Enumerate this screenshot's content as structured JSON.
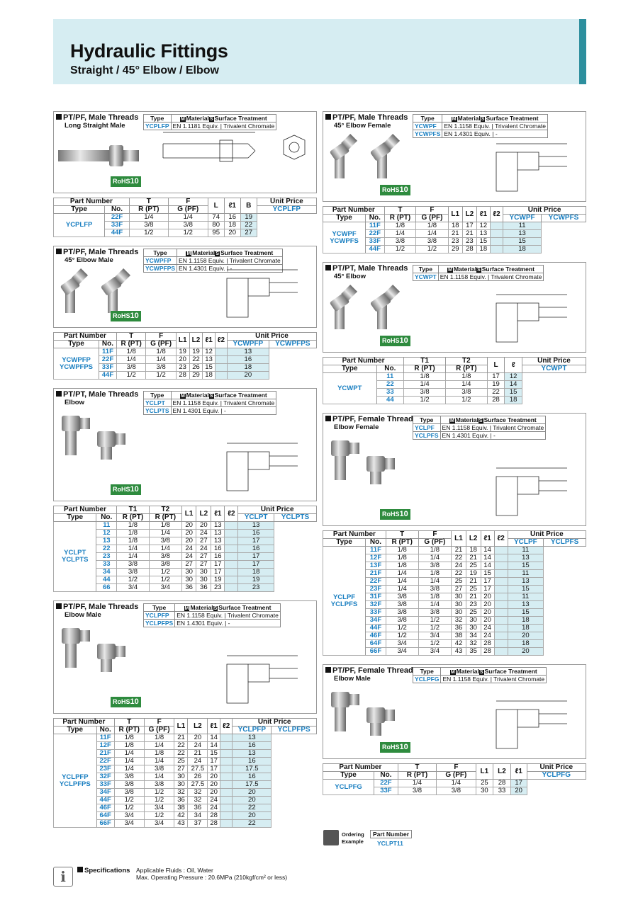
{
  "header": {
    "title": "Hydraulic Fittings",
    "subtitle": "Straight / 45° Elbow / Elbow"
  },
  "spec_headers": {
    "type": "Type",
    "material_badge": "M",
    "material": "Material",
    "surface_badge": "S",
    "surface": "Surface Treatment"
  },
  "rohs": {
    "text": "RoHS",
    "num": "10"
  },
  "sections": {
    "ycplfp": {
      "title": "PT/PF, Male Threads",
      "sub": "Long Straight Male",
      "specs": [
        [
          "YCPLFP",
          "EN 1.1181 Equiv.",
          "Trivalent Chromate"
        ]
      ],
      "head": [
        "Part Number",
        "T",
        "F",
        "L",
        "ℓ1",
        "B",
        "Unit Price"
      ],
      "head2": [
        "Type",
        "No.",
        "R (PT)",
        "G (PF)"
      ],
      "price_types": [
        "YCPLFP"
      ],
      "type_label": "YCPLFP",
      "rows": [
        [
          "22F",
          "1/4",
          "1/4",
          "74",
          "16",
          "19"
        ],
        [
          "33F",
          "3/8",
          "3/8",
          "80",
          "18",
          "22"
        ],
        [
          "44F",
          "1/2",
          "1/2",
          "95",
          "20",
          "27"
        ]
      ]
    },
    "ycwpfp": {
      "title": "PT/PF, Male Threads",
      "sub": "45° Elbow Male",
      "specs": [
        [
          "YCWPFP",
          "EN 1.1158 Equiv.",
          "Trivalent Chromate"
        ],
        [
          "YCWPFPS",
          "EN 1.4301 Equiv.",
          "-"
        ]
      ],
      "head": [
        "Part Number",
        "T",
        "F",
        "L1",
        "L2",
        "ℓ1",
        "ℓ2",
        "Unit Price"
      ],
      "head2": [
        "Type",
        "No.",
        "R (PT)",
        "G (PF)"
      ],
      "price_types": [
        "YCWPFP",
        "YCWPFPS"
      ],
      "type_label": "YCWPFP\nYCWPFPS",
      "rows": [
        [
          "11F",
          "1/8",
          "1/8",
          "19",
          "19",
          "12",
          "13"
        ],
        [
          "22F",
          "1/4",
          "1/4",
          "20",
          "22",
          "13",
          "16"
        ],
        [
          "33F",
          "3/8",
          "3/8",
          "23",
          "26",
          "15",
          "18"
        ],
        [
          "44F",
          "1/2",
          "1/2",
          "28",
          "29",
          "18",
          "20"
        ]
      ]
    },
    "yclpt": {
      "title": "PT/PT, Male Threads",
      "sub": "Elbow",
      "specs": [
        [
          "YCLPT",
          "EN 1.1158 Equiv.",
          "Trivalent Chromate"
        ],
        [
          "YCLPTS",
          "EN 1.4301 Equiv.",
          "-"
        ]
      ],
      "head": [
        "Part Number",
        "T1",
        "T2",
        "L1",
        "L2",
        "ℓ1",
        "ℓ2",
        "Unit Price"
      ],
      "head2": [
        "Type",
        "No.",
        "R (PT)",
        "R (PT)"
      ],
      "price_types": [
        "YCLPT",
        "YCLPTS"
      ],
      "type_label": "YCLPT\nYCLPTS",
      "rows": [
        [
          "11",
          "1/8",
          "1/8",
          "20",
          "20",
          "13",
          "13",
          ""
        ],
        [
          "12",
          "1/8",
          "1/4",
          "20",
          "24",
          "13",
          "16",
          "-"
        ],
        [
          "13",
          "1/8",
          "3/8",
          "20",
          "27",
          "13",
          "17",
          ""
        ],
        [
          "22",
          "1/4",
          "1/4",
          "24",
          "24",
          "16",
          "16",
          ""
        ],
        [
          "23",
          "1/4",
          "3/8",
          "24",
          "27",
          "16",
          "17",
          "-"
        ],
        [
          "33",
          "3/8",
          "3/8",
          "27",
          "27",
          "17",
          "17",
          ""
        ],
        [
          "34",
          "3/8",
          "1/2",
          "30",
          "30",
          "17",
          "18",
          "-"
        ],
        [
          "44",
          "1/2",
          "1/2",
          "30",
          "30",
          "19",
          "19",
          ""
        ],
        [
          "66",
          "3/4",
          "3/4",
          "36",
          "36",
          "23",
          "23",
          "-"
        ]
      ]
    },
    "yclpfp": {
      "title": "PT/PF, Male Threads",
      "sub": "Elbow Male",
      "specs": [
        [
          "YCLPFP",
          "EN 1.1158 Equiv.",
          "Trivalent Chromate"
        ],
        [
          "YCLPFPS",
          "EN 1.4301 Equiv.",
          "-"
        ]
      ],
      "head": [
        "Part Number",
        "T",
        "F",
        "L1",
        "L2",
        "ℓ1",
        "ℓ2",
        "Unit Price"
      ],
      "head2": [
        "Type",
        "No.",
        "R (PT)",
        "G (PF)"
      ],
      "price_types": [
        "YCLPFP",
        "YCLPFPS"
      ],
      "type_label": "YCLPFP\nYCLPFPS",
      "rows": [
        [
          "11F",
          "1/8",
          "1/8",
          "21",
          "20",
          "14",
          "13"
        ],
        [
          "12F",
          "1/8",
          "1/4",
          "22",
          "24",
          "14",
          "16"
        ],
        [
          "21F",
          "1/4",
          "1/8",
          "22",
          "21",
          "15",
          "13"
        ],
        [
          "22F",
          "1/4",
          "1/4",
          "25",
          "24",
          "17",
          "16"
        ],
        [
          "23F",
          "1/4",
          "3/8",
          "27",
          "27.5",
          "17",
          "17.5"
        ],
        [
          "32F",
          "3/8",
          "1/4",
          "30",
          "26",
          "20",
          "16"
        ],
        [
          "33F",
          "3/8",
          "3/8",
          "30",
          "27.5",
          "20",
          "17.5"
        ],
        [
          "34F",
          "3/8",
          "1/2",
          "32",
          "32",
          "20",
          "20"
        ],
        [
          "44F",
          "1/2",
          "1/2",
          "36",
          "32",
          "24",
          "20"
        ],
        [
          "46F",
          "1/2",
          "3/4",
          "38",
          "36",
          "24",
          "22"
        ],
        [
          "64F",
          "3/4",
          "1/2",
          "42",
          "34",
          "28",
          "20"
        ],
        [
          "66F",
          "3/4",
          "3/4",
          "43",
          "37",
          "28",
          "22"
        ]
      ]
    },
    "ycwpf": {
      "title": "PT/PF, Male Threads",
      "sub": "45° Elbow Female",
      "specs": [
        [
          "YCWPF",
          "EN 1.1158 Equiv.",
          "Trivalent Chromate"
        ],
        [
          "YCWPFS",
          "EN 1.4301 Equiv.",
          "-"
        ]
      ],
      "head": [
        "Part Number",
        "T",
        "F",
        "L1",
        "L2",
        "ℓ1",
        "ℓ2",
        "Unit Price"
      ],
      "head2": [
        "Type",
        "No.",
        "R (PT)",
        "G (PF)"
      ],
      "price_types": [
        "YCWPF",
        "YCWPFS"
      ],
      "type_label": "YCWPF\nYCWPFS",
      "rows": [
        [
          "11F",
          "1/8",
          "1/8",
          "18",
          "17",
          "12",
          "11"
        ],
        [
          "22F",
          "1/4",
          "1/4",
          "21",
          "21",
          "13",
          "13"
        ],
        [
          "33F",
          "3/8",
          "3/8",
          "23",
          "23",
          "15",
          "15"
        ],
        [
          "44F",
          "1/2",
          "1/2",
          "29",
          "28",
          "18",
          "18"
        ]
      ]
    },
    "ycwpt": {
      "title": "PT/PT, Male Threads",
      "sub": "45° Elbow",
      "specs": [
        [
          "YCWPT",
          "EN 1.1158 Equiv.",
          "Trivalent Chromate"
        ]
      ],
      "head": [
        "Part Number",
        "T1",
        "T2",
        "L",
        "ℓ",
        "Unit Price"
      ],
      "head2": [
        "Type",
        "No.",
        "R (PT)",
        "R (PT)"
      ],
      "price_types": [
        "YCWPT"
      ],
      "type_label": "YCWPT",
      "rows": [
        [
          "11",
          "1/8",
          "1/8",
          "17",
          "12"
        ],
        [
          "22",
          "1/4",
          "1/4",
          "19",
          "14"
        ],
        [
          "33",
          "3/8",
          "3/8",
          "22",
          "15"
        ],
        [
          "44",
          "1/2",
          "1/2",
          "28",
          "18"
        ]
      ]
    },
    "yclpf": {
      "title": "PT/PF, Female Threads",
      "sub": "Elbow Female",
      "specs": [
        [
          "YCLPF",
          "EN 1.1158 Equiv.",
          "Trivalent Chromate"
        ],
        [
          "YCLPFS",
          "EN 1.4301 Equiv.",
          "-"
        ]
      ],
      "head": [
        "Part Number",
        "T",
        "F",
        "L1",
        "L2",
        "ℓ1",
        "ℓ2",
        "Unit Price"
      ],
      "head2": [
        "Type",
        "No.",
        "R (PT)",
        "G (PF)"
      ],
      "price_types": [
        "YCLPF",
        "YCLPFS"
      ],
      "type_label": "YCLPF\nYCLPFS",
      "rows": [
        [
          "11F",
          "1/8",
          "1/8",
          "21",
          "18",
          "14",
          "11",
          ""
        ],
        [
          "12F",
          "1/8",
          "1/4",
          "22",
          "21",
          "14",
          "13",
          ""
        ],
        [
          "13F",
          "1/8",
          "3/8",
          "24",
          "25",
          "14",
          "15",
          "-"
        ],
        [
          "21F",
          "1/4",
          "1/8",
          "22",
          "19",
          "15",
          "11",
          ""
        ],
        [
          "22F",
          "1/4",
          "1/4",
          "25",
          "21",
          "17",
          "13",
          ""
        ],
        [
          "23F",
          "1/4",
          "3/8",
          "27",
          "25",
          "17",
          "15",
          ""
        ],
        [
          "31F",
          "3/8",
          "1/8",
          "30",
          "21",
          "20",
          "11",
          "-"
        ],
        [
          "32F",
          "3/8",
          "1/4",
          "30",
          "23",
          "20",
          "13",
          ""
        ],
        [
          "33F",
          "3/8",
          "3/8",
          "30",
          "25",
          "20",
          "15",
          ""
        ],
        [
          "34F",
          "3/8",
          "1/2",
          "32",
          "30",
          "20",
          "18",
          ""
        ],
        [
          "44F",
          "1/2",
          "1/2",
          "36",
          "30",
          "24",
          "18",
          ""
        ],
        [
          "46F",
          "1/2",
          "3/4",
          "38",
          "34",
          "24",
          "20",
          ""
        ],
        [
          "64F",
          "3/4",
          "1/2",
          "42",
          "32",
          "28",
          "18",
          ""
        ],
        [
          "66F",
          "3/4",
          "3/4",
          "43",
          "35",
          "28",
          "20",
          ""
        ]
      ]
    },
    "yclpfg": {
      "title": "PT/PF, Female Threads",
      "sub": "Elbow Male",
      "specs": [
        [
          "YCLPFG",
          "EN 1.1158 Equiv.",
          "Trivalent Chromate"
        ]
      ],
      "head": [
        "Part Number",
        "T",
        "F",
        "L1",
        "L2",
        "ℓ1",
        "Unit Price"
      ],
      "head2": [
        "Type",
        "No.",
        "R (PT)",
        "G (PF)"
      ],
      "price_types": [
        "YCLPFG"
      ],
      "type_label": "YCLPFG",
      "rows": [
        [
          "22F",
          "1/4",
          "1/4",
          "25",
          "28",
          "17"
        ],
        [
          "33F",
          "3/8",
          "3/8",
          "30",
          "33",
          "20"
        ]
      ]
    }
  },
  "footer": {
    "specs_label": "Specifications",
    "specs_line1": "Applicable Fluids : Oil, Water",
    "specs_line2": "Max. Operating Pressure : 20.6MPa (210kgf/cm² or less)",
    "ordering_label1": "Ordering",
    "ordering_label2": "Example",
    "ordering_pn_label": "Part Number",
    "ordering_pn": "YCLPT11"
  }
}
